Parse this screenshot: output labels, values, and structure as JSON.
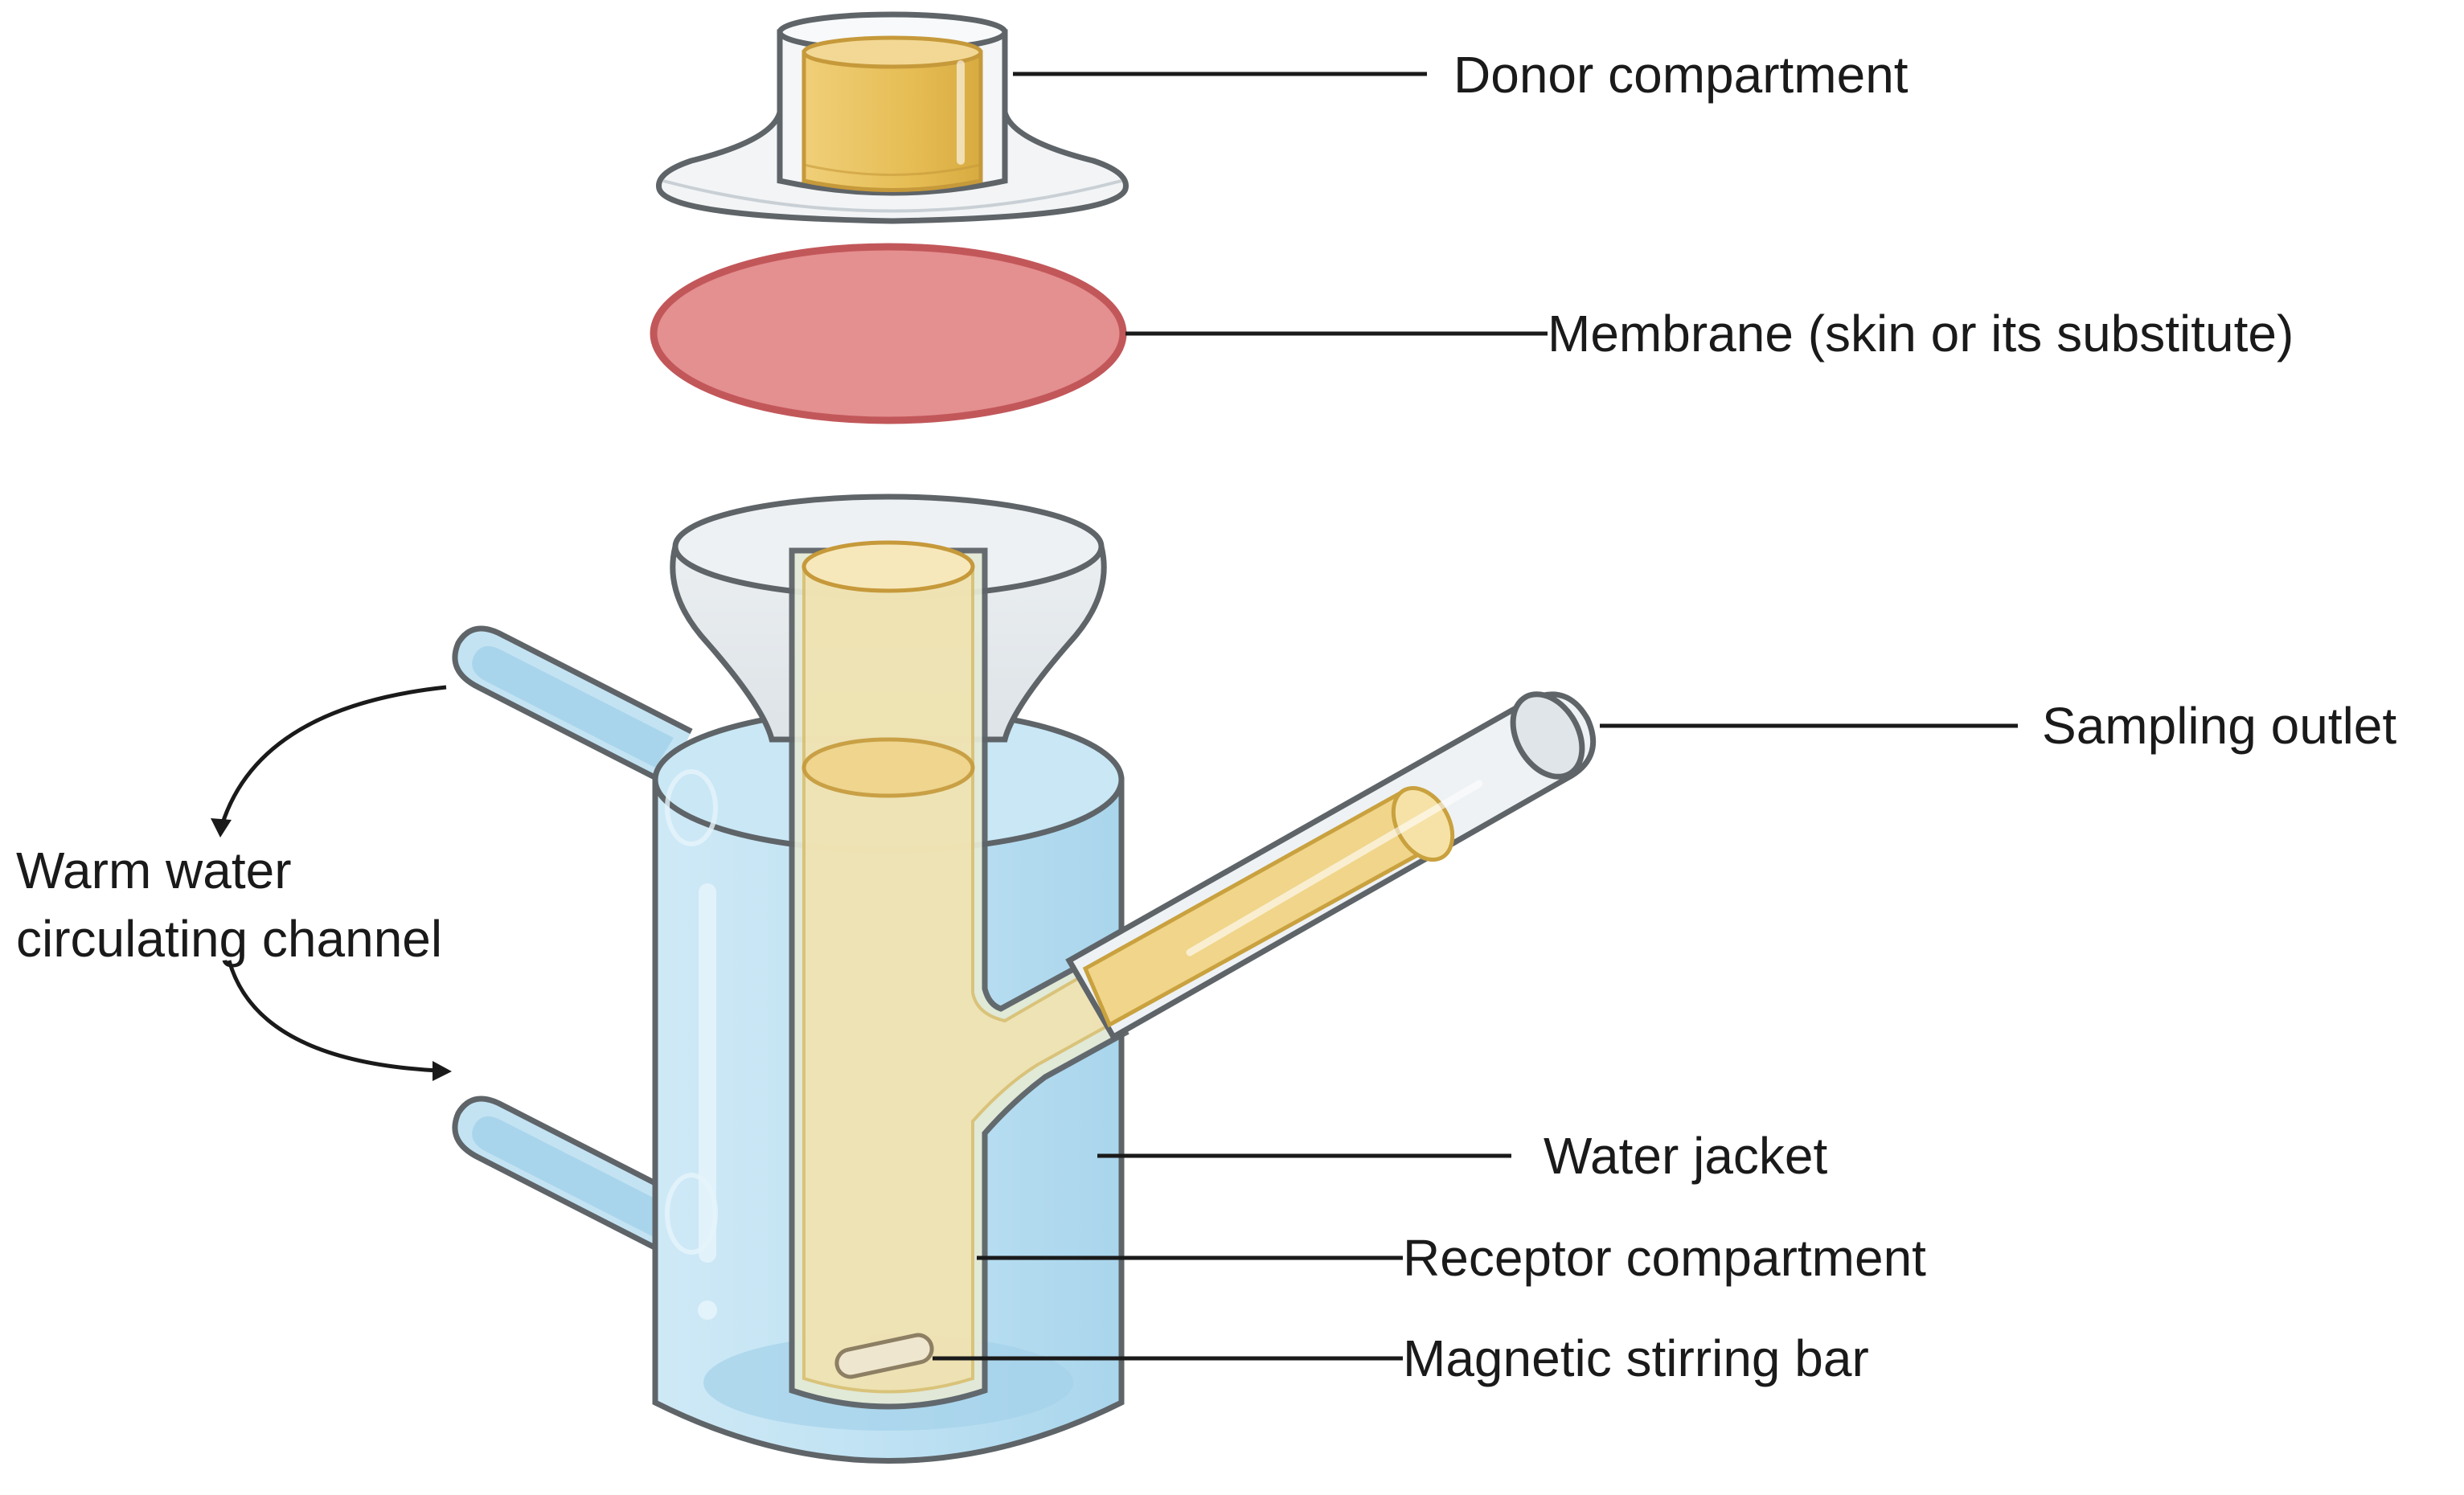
{
  "labels": {
    "donor": "Donor compartment",
    "membrane": "Membrane (skin or its substitute)",
    "sampling": "Sampling outlet",
    "warm_line1": "Warm water",
    "warm_line2": "circulating channel",
    "jacket": "Water jacket",
    "receptor": "Receptor compartment",
    "stirrer": "Magnetic stirring bar"
  },
  "colors": {
    "glass": "#e9edf0",
    "glass_outline": "#5e6468",
    "water": "#bfe2f3",
    "water_deep": "#a8d6ec",
    "receptor_fluid": "#f3e3ad",
    "donor_fluid": "#e8bf5a",
    "membrane_fill": "#e48f90",
    "membrane_edge": "#c2575a",
    "text": "#1a1a1a"
  }
}
